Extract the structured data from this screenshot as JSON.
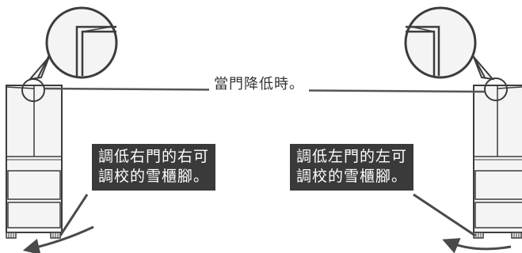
{
  "caption": "當門降低時。",
  "left_callout": {
    "line1": "調低右門的右可",
    "line2": "調校的雪櫃腳。"
  },
  "right_callout": {
    "line1": "調低左門的左可",
    "line2": "調校的雪櫃腳。"
  },
  "colors": {
    "outline": "#3c3c3c",
    "fridge_fill": "#f4f4f4",
    "callout_bg": "#3a3a3a",
    "callout_text": "#ffffff",
    "arrow": "#4a4a4a"
  }
}
